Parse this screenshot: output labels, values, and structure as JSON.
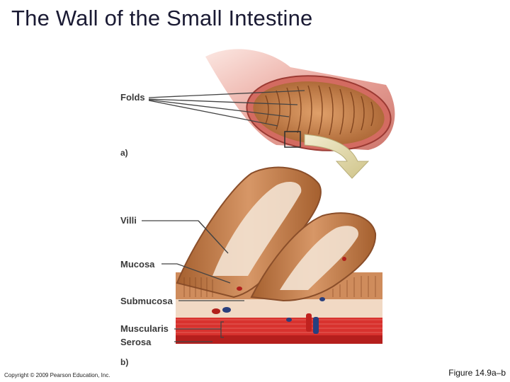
{
  "slide": {
    "title": "The Wall of the Small Intestine",
    "copyright": "Copyright © 2009 Pearson Education, Inc.",
    "figure_ref": "Figure 14.9a–b"
  },
  "diagram": {
    "panel_a": {
      "label": "a)",
      "callouts": [
        {
          "text": "Folds"
        }
      ]
    },
    "panel_b": {
      "label": "b)",
      "callouts": [
        {
          "text": "Villi"
        },
        {
          "text": "Mucosa"
        },
        {
          "text": "Submucosa"
        },
        {
          "text": "Muscularis"
        },
        {
          "text": "Serosa"
        }
      ]
    }
  },
  "colors": {
    "villus_tan": "#c8875a",
    "villus_dark": "#8a4e2a",
    "villus_core": "#f3e2d2",
    "submucosa": "#f1d9c4",
    "muscularis": "#d8322e",
    "serosa": "#b51f1d",
    "intestine_outer": "#e9a59b",
    "leader_line": "#444444",
    "arrow": "#d9cf9e"
  }
}
